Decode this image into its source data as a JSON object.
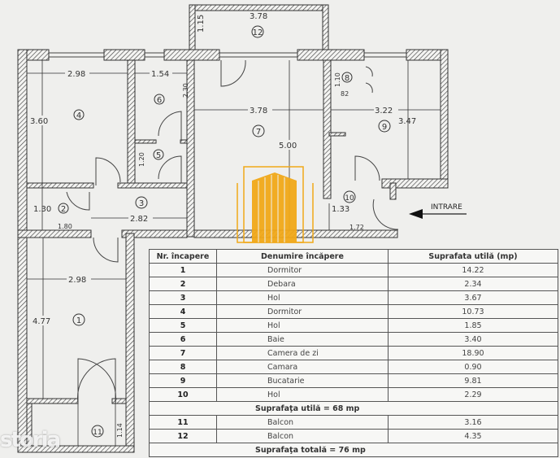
{
  "plan": {
    "entrance_label": "INTRARE",
    "rooms": [
      "1",
      "2",
      "3",
      "4",
      "5",
      "6",
      "7",
      "8",
      "9",
      "10",
      "11",
      "12"
    ],
    "dimensions": {
      "d12_w": "3.78",
      "d12_h": "1.15",
      "d4_w": "2.98",
      "d4_h": "3.60",
      "d6_w": "1.54",
      "d6_h": "2.30",
      "d5_h": "1.20",
      "d7_w": "3.78",
      "d7_h": "5.00",
      "d8_h": "1.10",
      "d8_w": "82",
      "d9_w": "3.22",
      "d9_h": "3.47",
      "d2_h": "1.30",
      "d2_w": "1.80",
      "d3_w": "2.82",
      "d10_h": "1.33",
      "d10_w": "1.72",
      "d1_w": "2.98",
      "d1_h": "4.77",
      "d11_h": "1.14"
    }
  },
  "table": {
    "headers": [
      "Nr. încapere",
      "Denumire încăpere",
      "Suprafata utilă (mp)"
    ],
    "rows": [
      {
        "nr": "1",
        "name": "Dormitor",
        "area": "14.22"
      },
      {
        "nr": "2",
        "name": "Debara",
        "area": "2.34"
      },
      {
        "nr": "3",
        "name": "Hol",
        "area": "3.67"
      },
      {
        "nr": "4",
        "name": "Dormitor",
        "area": "10.73"
      },
      {
        "nr": "5",
        "name": "Hol",
        "area": "1.85"
      },
      {
        "nr": "6",
        "name": "Baie",
        "area": "3.40"
      },
      {
        "nr": "7",
        "name": "Camera de zi",
        "area": "18.90"
      },
      {
        "nr": "8",
        "name": "Camara",
        "area": "0.90"
      },
      {
        "nr": "9",
        "name": "Bucatarie",
        "area": "9.81"
      },
      {
        "nr": "10",
        "name": "Hol",
        "area": "2.29"
      }
    ],
    "subtotal": "Suprafaţa utilă = 68 mp",
    "balconies": [
      {
        "nr": "11",
        "name": "Balcon",
        "area": "3.16"
      },
      {
        "nr": "12",
        "name": "Balcon",
        "area": "4.35"
      }
    ],
    "total": "Suprafaţa totală = 76 mp"
  },
  "watermark": "storia",
  "logo_color": "#f0a818"
}
